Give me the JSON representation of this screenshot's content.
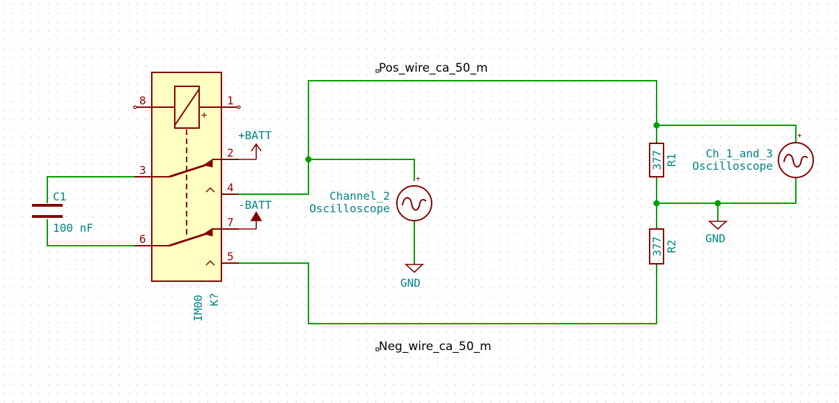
{
  "colors": {
    "background": "#ffffff",
    "grid_dot": "#b8b8b8",
    "wire": "#009e00",
    "junction": "#009e00",
    "symbol_body": "#840000",
    "symbol_fill": "#ffffc2",
    "field_text": "#008484",
    "pin_number": "#a00000",
    "net_label": "#000000"
  },
  "net_labels": {
    "pos_wire": "Pos_wire_ca_50_m",
    "neg_wire": "Neg_wire_ca_50_m"
  },
  "relay": {
    "reference": "K?",
    "value": "IM00",
    "pins": {
      "p8": "8",
      "p1": "1",
      "p2": "2",
      "p3": "3",
      "p4": "4",
      "p6": "6",
      "p7": "7",
      "p5": "5"
    },
    "coil_plus": "+"
  },
  "capacitor": {
    "reference": "C1",
    "value": "100 nF"
  },
  "power": {
    "batt_pos": "+BATT",
    "batt_neg": "-BATT",
    "gnd_1": "GND",
    "gnd_2": "GND"
  },
  "source_channel2": {
    "reference": "Channel_2",
    "value": "Oscilloscope",
    "plus": "+"
  },
  "source_ch13": {
    "reference": "Ch_1_and_3",
    "value": "Oscilloscope",
    "plus": "+"
  },
  "resistor_r1": {
    "reference": "R1",
    "value": "377"
  },
  "resistor_r2": {
    "reference": "R2",
    "value": "377"
  }
}
